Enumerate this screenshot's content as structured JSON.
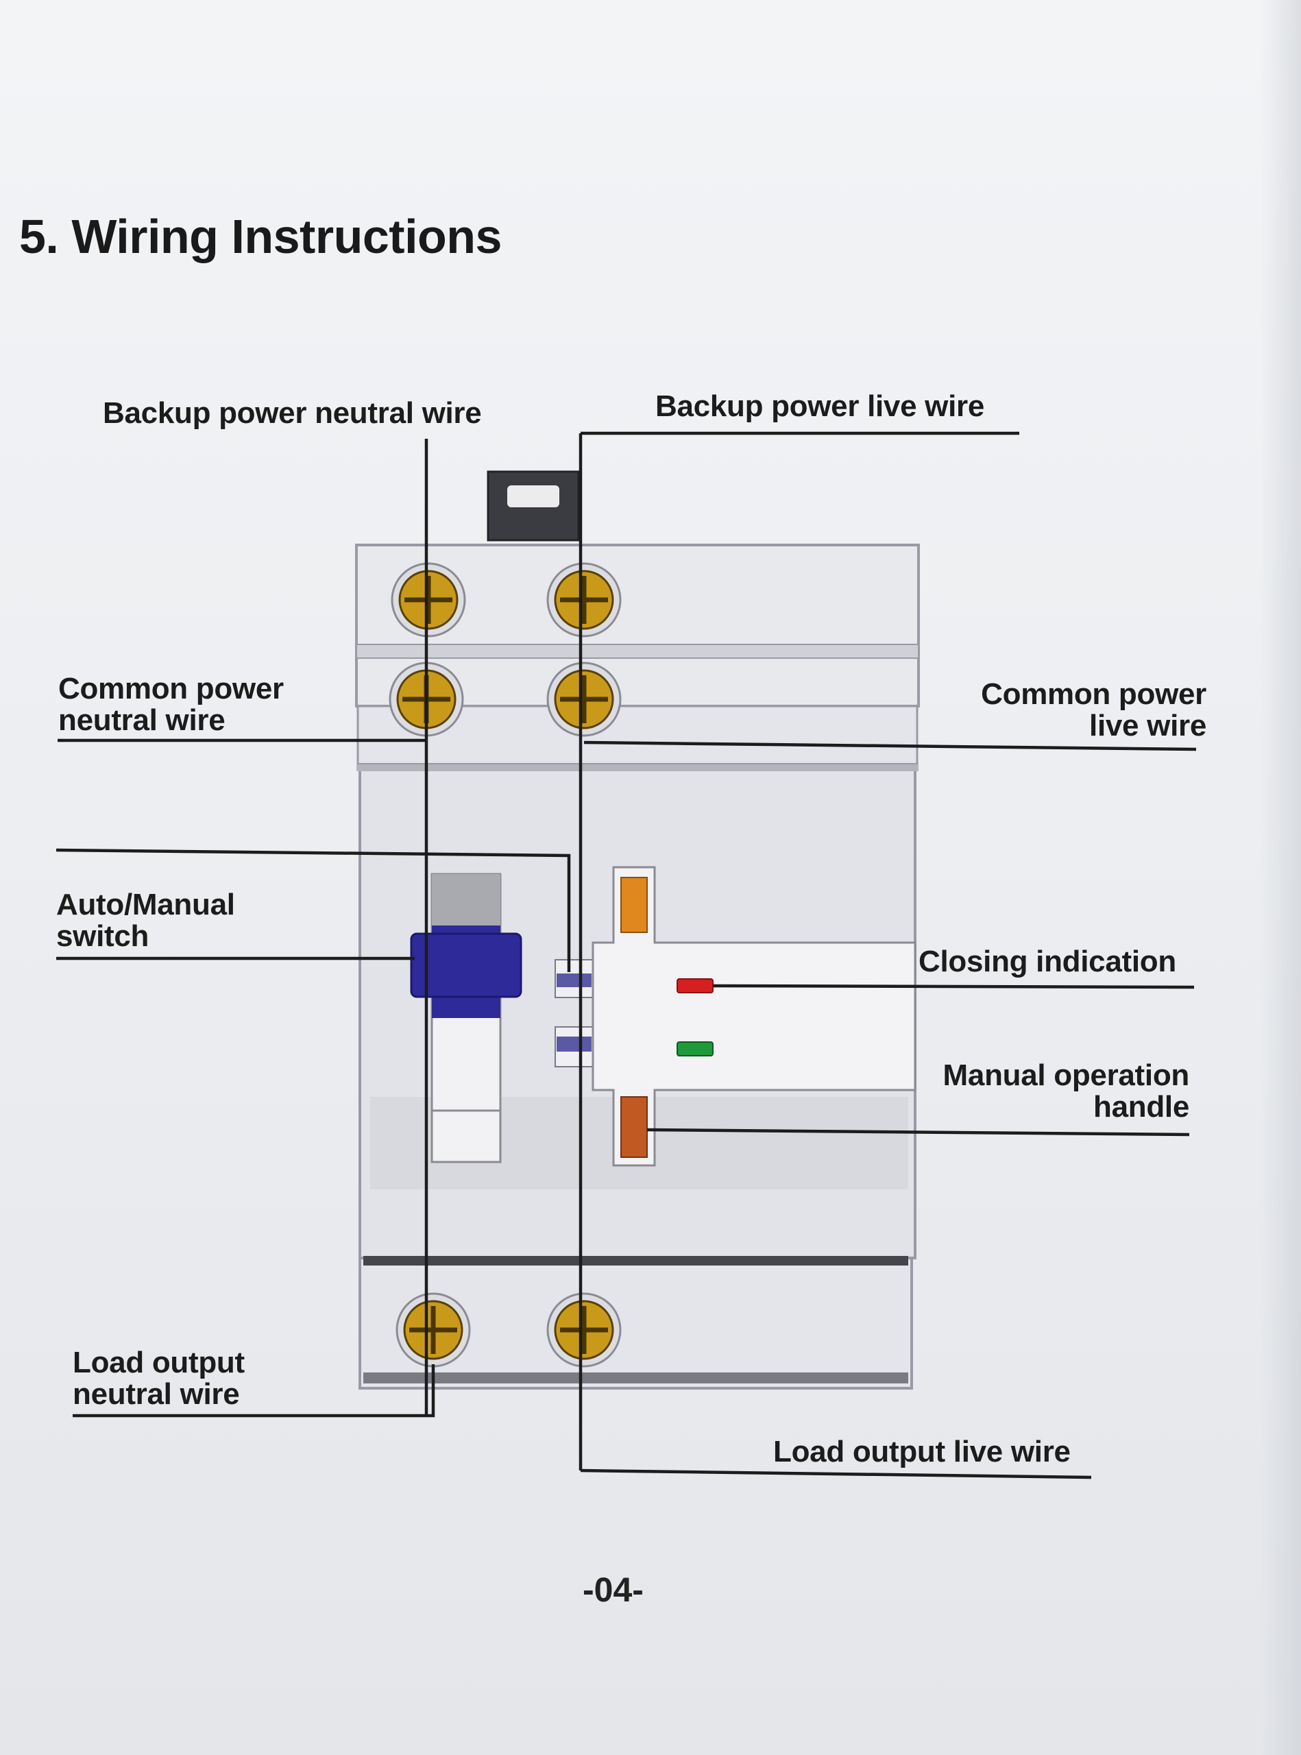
{
  "section": {
    "title": "5. Wiring Instructions"
  },
  "labels": {
    "backup_neutral": "Backup power neutral wire",
    "backup_live": "Backup power live wire",
    "common_neutral": [
      "Common power",
      "neutral wire"
    ],
    "common_live": [
      "Common power",
      "live wire"
    ],
    "auto_manual_switch": [
      "Auto/Manual",
      "switch"
    ],
    "closing_indication": "Closing indication",
    "manual_handle": [
      "Manual operation",
      "handle"
    ],
    "load_neutral": [
      "Load output",
      "neutral wire"
    ],
    "load_live": "Load output live wire"
  },
  "footer": {
    "page_number": "-04-"
  },
  "colors": {
    "terminal": "#c99a1a",
    "switch_knob": "#2e2a9a",
    "closing_led": "#d62020",
    "standby_led": "#1f9a3a",
    "handle_top": "#e0881e",
    "handle_bottom": "#c05a22"
  }
}
